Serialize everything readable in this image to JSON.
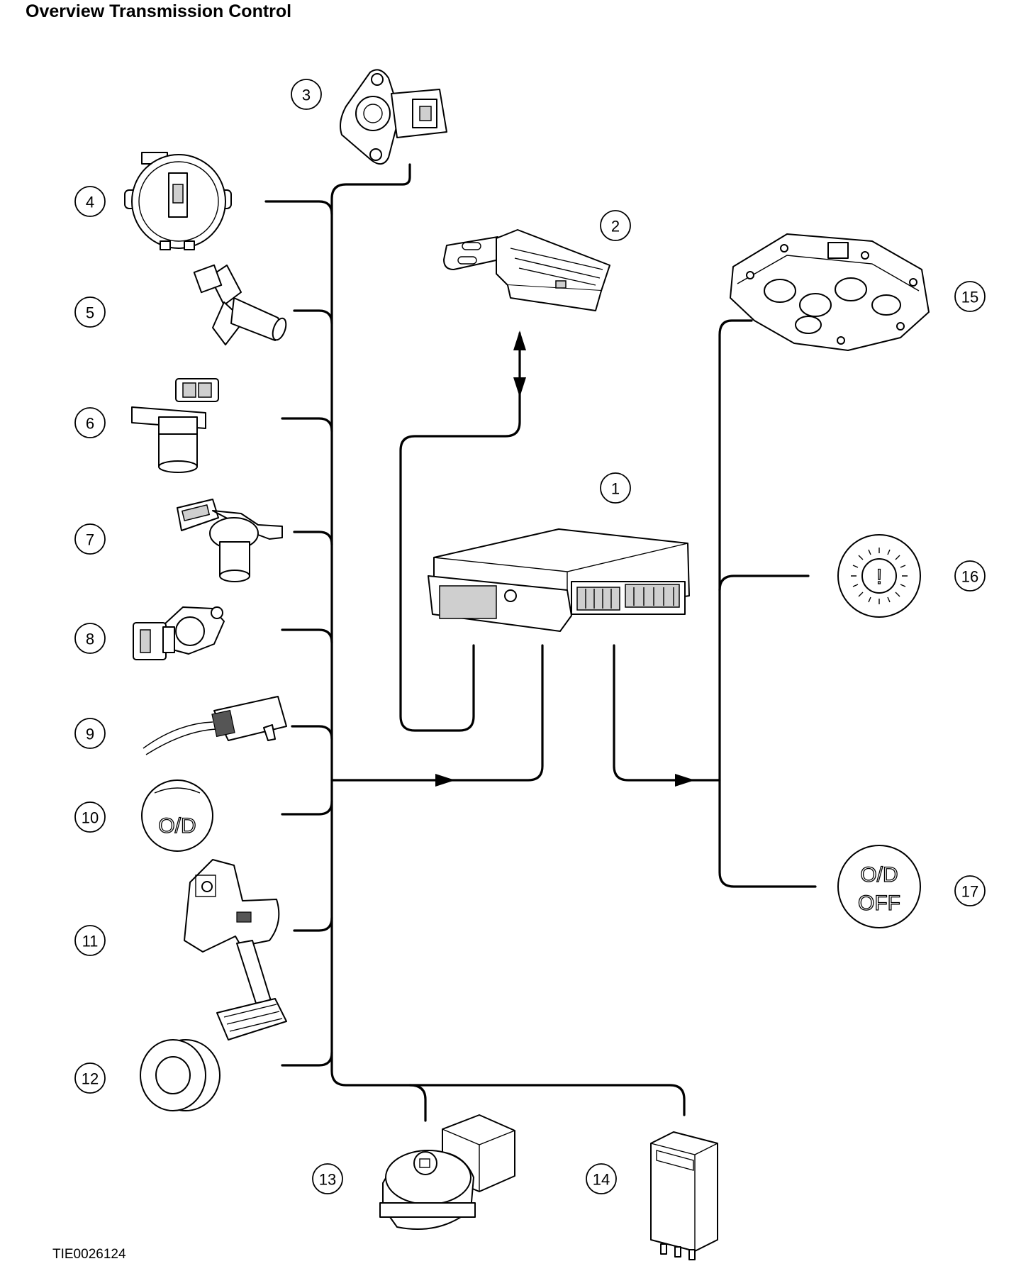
{
  "title": "Overview Transmission Control",
  "figure_id": "TIE0026124",
  "callouts": [
    "1",
    "2",
    "3",
    "4",
    "5",
    "6",
    "7",
    "8",
    "9",
    "10",
    "11",
    "12",
    "13",
    "14",
    "15",
    "16",
    "17"
  ],
  "lamp_labels": {
    "od_switch": "O/D",
    "od_off_line1": "O/D",
    "od_off_line2": "OFF"
  }
}
